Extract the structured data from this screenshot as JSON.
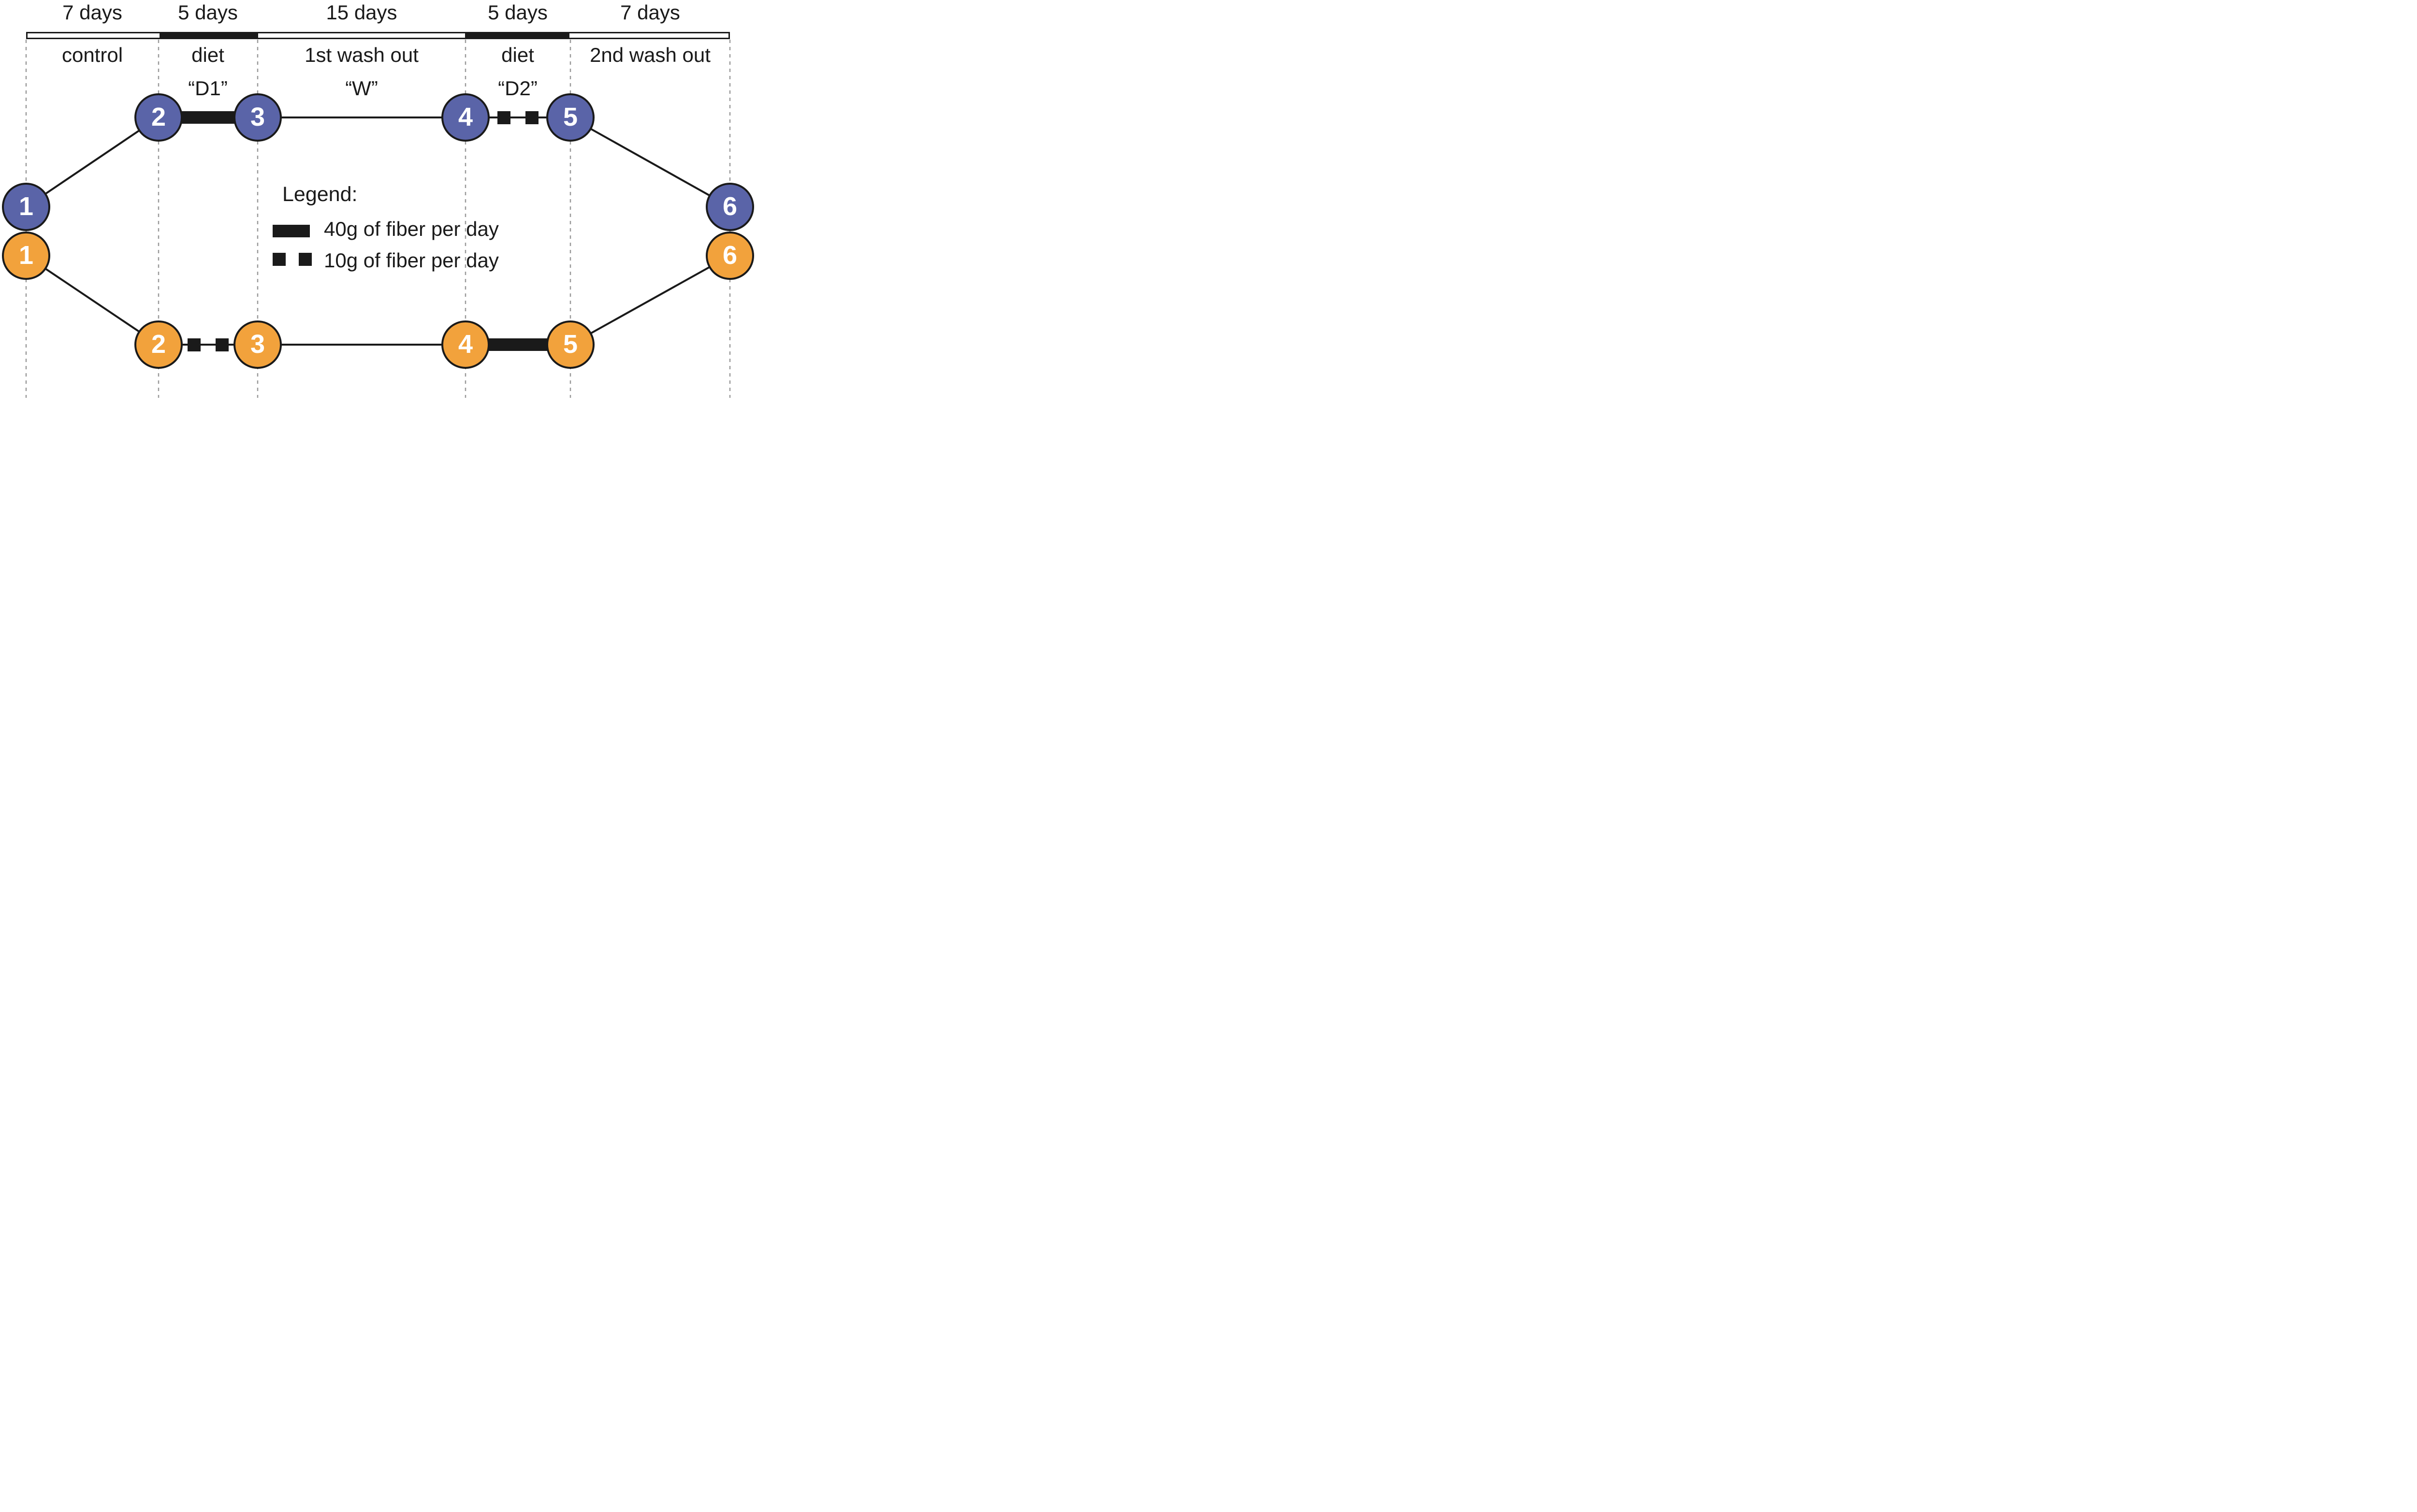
{
  "timeline": {
    "durations": [
      "7 days",
      "5 days",
      "15 days",
      "5 days",
      "7 days"
    ],
    "phases": [
      "control",
      "diet",
      "1st wash out",
      "diet",
      "2nd wash out"
    ],
    "codes": [
      "“D1”",
      "“W”",
      "“D2”"
    ],
    "segment_types": [
      "control",
      "diet",
      "washout",
      "diet",
      "washout"
    ]
  },
  "arms": {
    "blue": {
      "color": "#5A64A8",
      "nodes": [
        "1",
        "2",
        "3",
        "4",
        "5",
        "6"
      ]
    },
    "orange": {
      "color": "#F2A23C",
      "nodes": [
        "1",
        "2",
        "3",
        "4",
        "5",
        "6"
      ]
    }
  },
  "connectors": {
    "blue_40g_between": [
      "2",
      "3"
    ],
    "blue_10g_between": [
      "4",
      "5"
    ],
    "orange_10g_between": [
      "2",
      "3"
    ],
    "orange_40g_between": [
      "4",
      "5"
    ]
  },
  "legend": {
    "title": "Legend:",
    "items": [
      {
        "symbol": "solid-bar",
        "label": "40g of fiber per day"
      },
      {
        "symbol": "two-squares",
        "label": "10g of fiber per day"
      }
    ]
  },
  "colors": {
    "blue_node": "#5A64A8",
    "orange_node": "#F2A23C",
    "line": "#1A1A1A",
    "guide_dash": "#9A9A9A",
    "node_text": "#FFFFFF",
    "background": "#FFFFFF"
  }
}
